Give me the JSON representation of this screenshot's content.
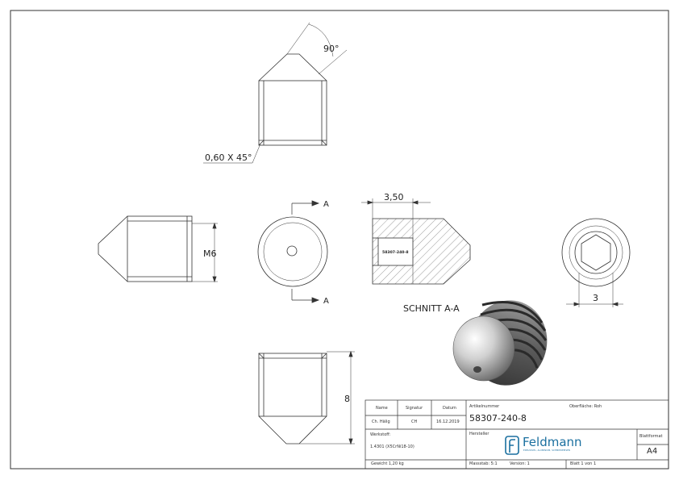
{
  "dimensions": {
    "chamfer_angle": "90°",
    "chamfer": "0,60 X 45°",
    "thread": "M6",
    "depth": "3,50",
    "hex_size": "3",
    "length": "8"
  },
  "section": {
    "label": "SCHNITT A-A",
    "marker": "A",
    "part_tag": "58307-240-8"
  },
  "title_block": {
    "name_header": "Name",
    "signature_header": "Signatur",
    "date_header": "Datum",
    "name_value": "Ch. Hälig",
    "signature_value": "CH",
    "date_value": "16.12.2019",
    "article_label": "Artikelnummer",
    "article_number": "58307-240-8",
    "surface_label": "Oberfläche: Roh",
    "manufacturer_label": "Hersteller",
    "material_label": "Werkstoff:",
    "material_value": "1.4301 (X5CrNi18-10)",
    "weight": "Gewicht 1,20 kg",
    "scale": "Massstab: 5:1",
    "version": "Version: 1",
    "sheet": "Blatt 1 von 1",
    "format_label": "Blattformat",
    "format_value": "A4",
    "logo_name": "Feldmann",
    "logo_tagline": "EDELSTAHL, ALUMINIUM, SCHMIEDEEISEN"
  },
  "colors": {
    "line": "#333333",
    "logo": "#1a6f9f",
    "render_body": "#8a8a8a"
  }
}
